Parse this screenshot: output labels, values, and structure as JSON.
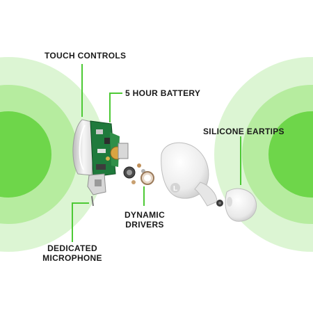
{
  "labels": {
    "touch_controls": "TOUCH CONTROLS",
    "battery": "5 HOUR BATTERY",
    "eartips": "SILICONE EARTIPS",
    "drivers_line1": "DYNAMIC",
    "drivers_line2": "DRIVERS",
    "microphone_line1": "DEDICATED",
    "microphone_line2": "MICROPHONE"
  },
  "earbud_mark": "L",
  "colors": {
    "ring_outer": "#dcf5d3",
    "ring_mid": "#b6ec9f",
    "ring_inner": "#6ed64a",
    "callout_line": "#4cc934",
    "pcb_green": "#1f7a3c",
    "earbud_white": "#f3f3f3"
  }
}
